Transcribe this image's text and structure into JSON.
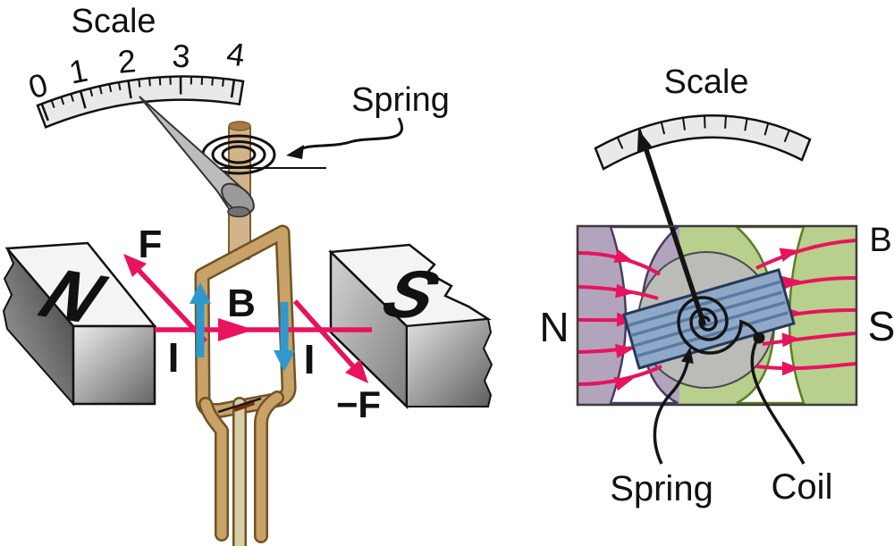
{
  "left_diagram": {
    "scale_title": "Scale",
    "scale_numbers": [
      "0",
      "1",
      "2",
      "3",
      "4"
    ],
    "spring_label": "Spring",
    "magnet_north": "N",
    "magnet_south": "S",
    "force_up_label": "F",
    "force_down_label": "−F",
    "field_label": "B",
    "current_left_label": "I",
    "current_right_label": "I"
  },
  "right_diagram": {
    "scale_title": "Scale",
    "north_label": "N",
    "south_label": "S",
    "field_label": "B",
    "spring_label": "Spring",
    "coil_label": "Coil"
  },
  "colors": {
    "field_line_pink": "#e8135d",
    "current_arrow_blue": "#2f99cf",
    "coil_wire_copper": "#c8a266",
    "north_region_purple": "#b3a4bd",
    "south_region_green": "#b8cf8e",
    "coil_block_blue": "#8fa8c6"
  }
}
